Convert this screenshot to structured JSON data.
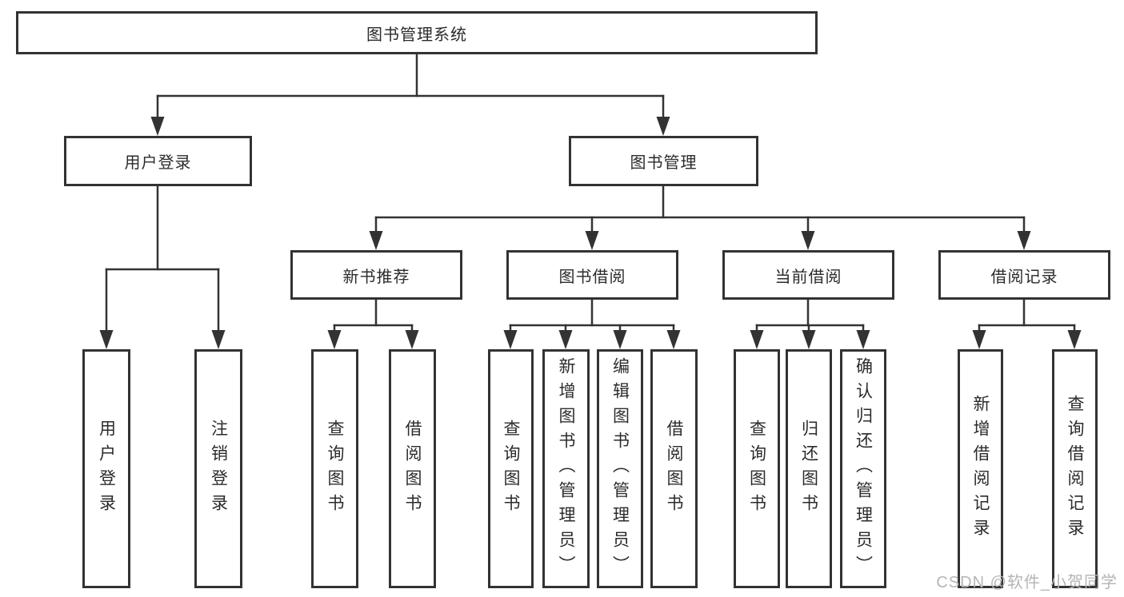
{
  "diagram": {
    "title_node": {
      "label": "图书管理系统"
    },
    "level2": [
      {
        "label": "用户登录"
      },
      {
        "label": "图书管理"
      }
    ],
    "level3": [
      {
        "label": "新书推荐"
      },
      {
        "label": "图书借阅"
      },
      {
        "label": "当前借阅"
      },
      {
        "label": "借阅记录"
      }
    ],
    "leaves": {
      "user_login": [
        {
          "label": "用户登录"
        },
        {
          "label": "注销登录"
        }
      ],
      "new_book_recommend": [
        {
          "label": "查询图书"
        },
        {
          "label": "借阅图书"
        }
      ],
      "book_borrow": [
        {
          "label": "查询图书"
        },
        {
          "label": "新增图书（管理员）"
        },
        {
          "label": "编辑图书（管理员）"
        },
        {
          "label": "借阅图书"
        }
      ],
      "current_borrow": [
        {
          "label": "查询图书"
        },
        {
          "label": "归还图书"
        },
        {
          "label": "确认归还（管理员）"
        }
      ],
      "borrow_records": [
        {
          "label": "新增借阅记录"
        },
        {
          "label": "查询借阅记录"
        }
      ]
    }
  },
  "watermark": {
    "text": "CSDN @软件_小贺同学"
  },
  "colors": {
    "line": "#333333",
    "box_border": "#333333",
    "text": "#2b2b2b",
    "watermark": "#b5b5b5",
    "background": "#ffffff"
  }
}
